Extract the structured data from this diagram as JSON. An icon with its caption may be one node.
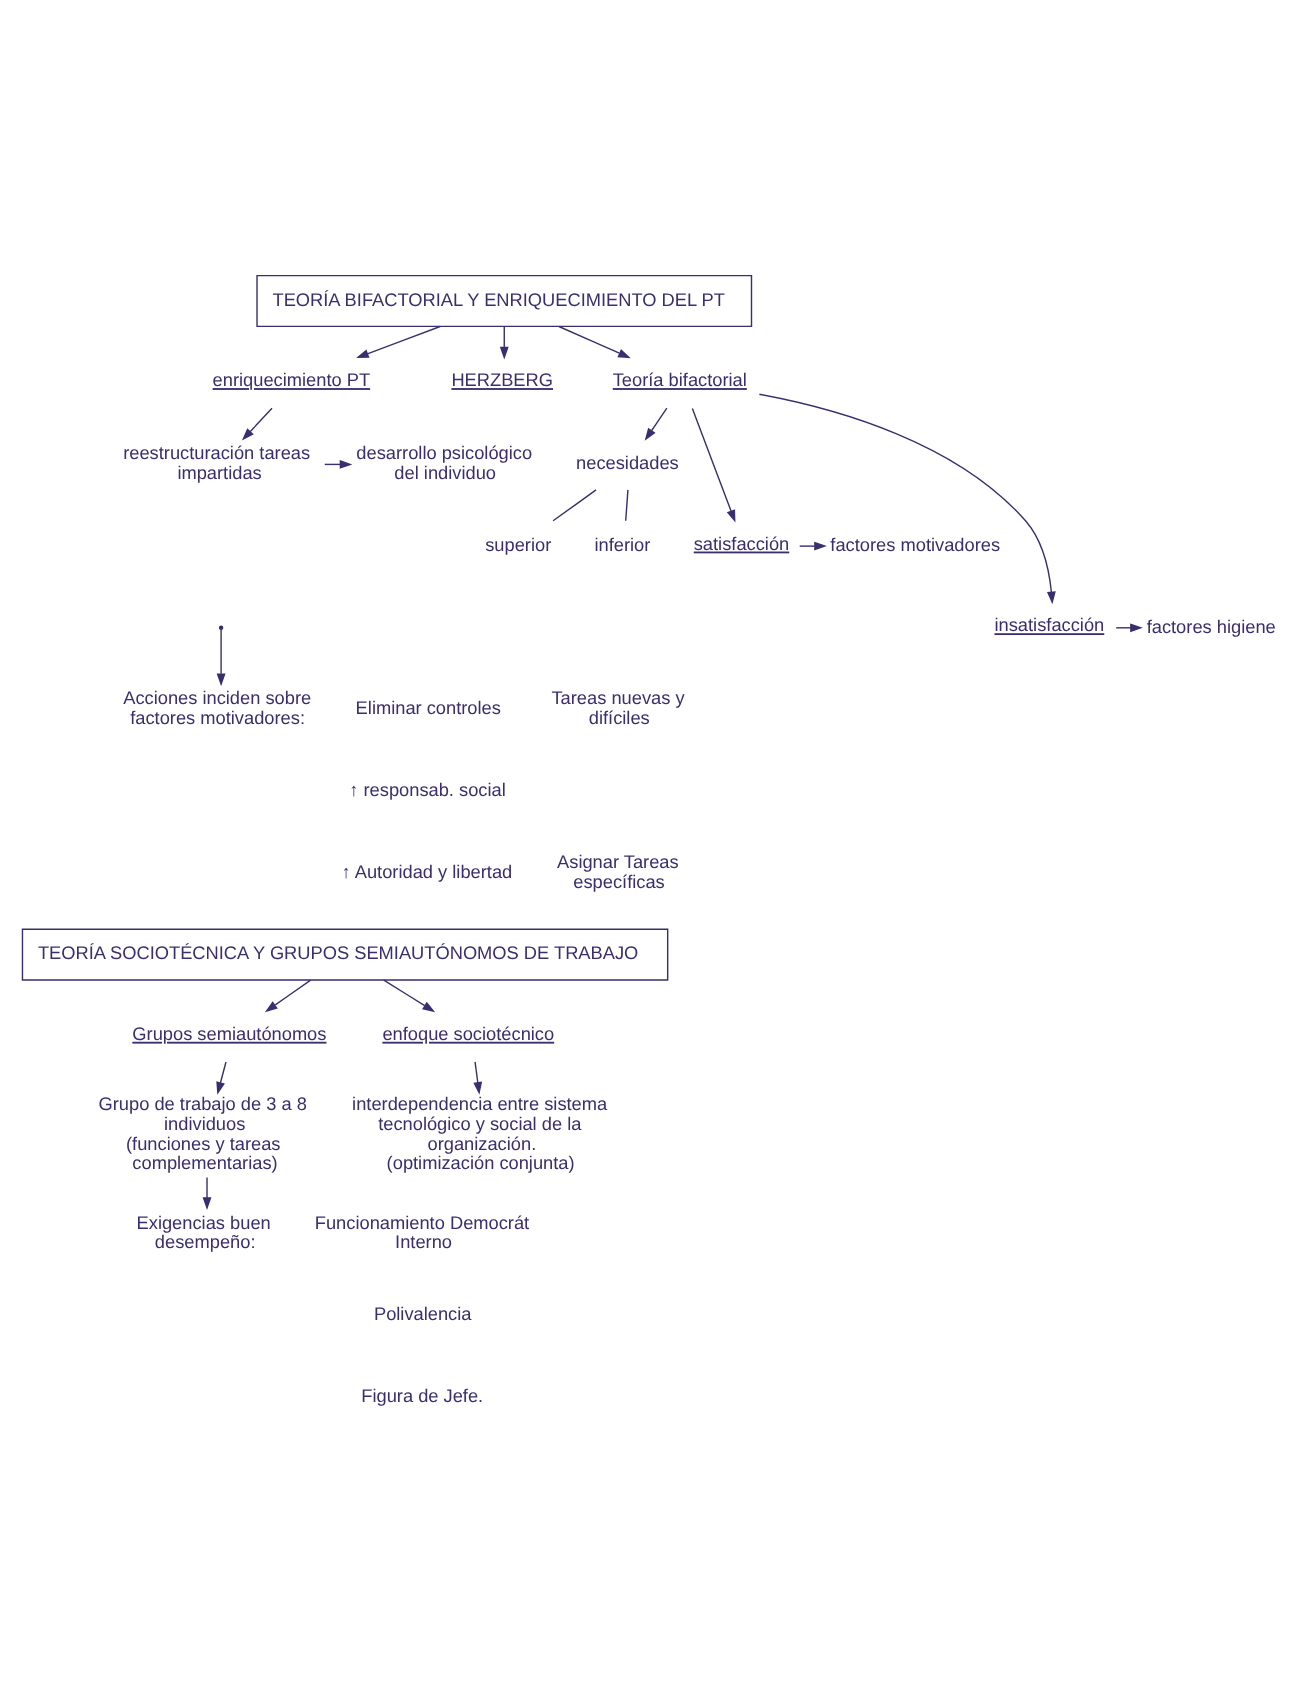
{
  "diagram": {
    "nodes": [
      {
        "text": [
          "TEORÍA BIFACTORIAL Y ENRIQUECIMIENTO DEL PT"
        ]
      },
      {
        "text": [
          "HERZBERG"
        ]
      },
      {
        "text": [
          "Teoría bifactorial"
        ]
      },
      {
        "text": [
          "necesidades"
        ]
      },
      {
        "text": [
          "superior"
        ]
      },
      {
        "text": [
          "inferior"
        ]
      },
      {
        "text": [
          "satisfacción"
        ]
      },
      {
        "text": [
          "factores motivadores"
        ]
      },
      {
        "text": [
          "insatisfacción"
        ]
      },
      {
        "text": [
          "factores higiene"
        ]
      },
      {
        "text": [
          "enriquecimiento PT"
        ]
      },
      {
        "text": [
          "reestructuración tareas impartidas"
        ]
      },
      {
        "text": [
          "desarrollo psicológico del individuo"
        ]
      },
      {
        "text": [
          "Acciones inciden sobre factores motivadores:"
        ]
      },
      {
        "text": [
          "TEORÍA SOCIOTÉCNICA Y GRUPOS SEMIAUTÓNOMOS DE TRABAJO"
        ]
      },
      {
        "text": [
          "Grupos semiautónomos"
        ]
      },
      {
        "text": [
          "enfoque sociotécnico"
        ]
      },
      {
        "text": [
          "interdependencia entre sistema tecnológico y social de la organización.",
          "(optimización conjunta)"
        ]
      },
      {
        "text": [
          "Grupo de trabajo de 3 a 8 individuos",
          "(funciones y tareas complementarias)"
        ]
      },
      {
        "text": [
          "Exigencias buen desempeño:"
        ]
      }
    ],
    "edges": [
      {
        "from": 0,
        "to": 10,
        "arrow": "to"
      },
      {
        "from": 0,
        "to": 1,
        "arrow": "to"
      },
      {
        "from": 0,
        "to": 2,
        "arrow": "to"
      },
      {
        "from": 2,
        "to": 3,
        "arrow": "to"
      },
      {
        "from": 3,
        "to": 4,
        "arrow": "none"
      },
      {
        "from": 3,
        "to": 5,
        "arrow": "none"
      },
      {
        "from": 2,
        "to": 6,
        "arrow": "to"
      },
      {
        "from": 2,
        "to": 8,
        "arrow": "to"
      },
      {
        "from": 6,
        "to": 7,
        "arrow": "to"
      },
      {
        "from": 8,
        "to": 9,
        "arrow": "to"
      },
      {
        "from": 10,
        "to": 11,
        "arrow": "to"
      },
      {
        "from": 11,
        "to": 12,
        "arrow": "to"
      },
      {
        "from": null,
        "to": 13,
        "arrow": "to"
      },
      {
        "from": 14,
        "to": 15,
        "arrow": "to"
      },
      {
        "from": 14,
        "to": 16,
        "arrow": "to"
      },
      {
        "from": 16,
        "to": 17,
        "arrow": "to"
      },
      {
        "from": 15,
        "to": 18,
        "arrow": "to"
      },
      {
        "from": 18,
        "to": 19,
        "arrow": "to"
      }
    ],
    "labels": [
      "Eliminar controles",
      "Tareas nuevas y difíciles",
      "↑ responsab. social",
      "↑ Autoridad y libertad",
      "Asignar Tareas específicas",
      "Funcionamiento Democrát Interno",
      "Polivalencia",
      "Figura de Jefe."
    ]
  }
}
